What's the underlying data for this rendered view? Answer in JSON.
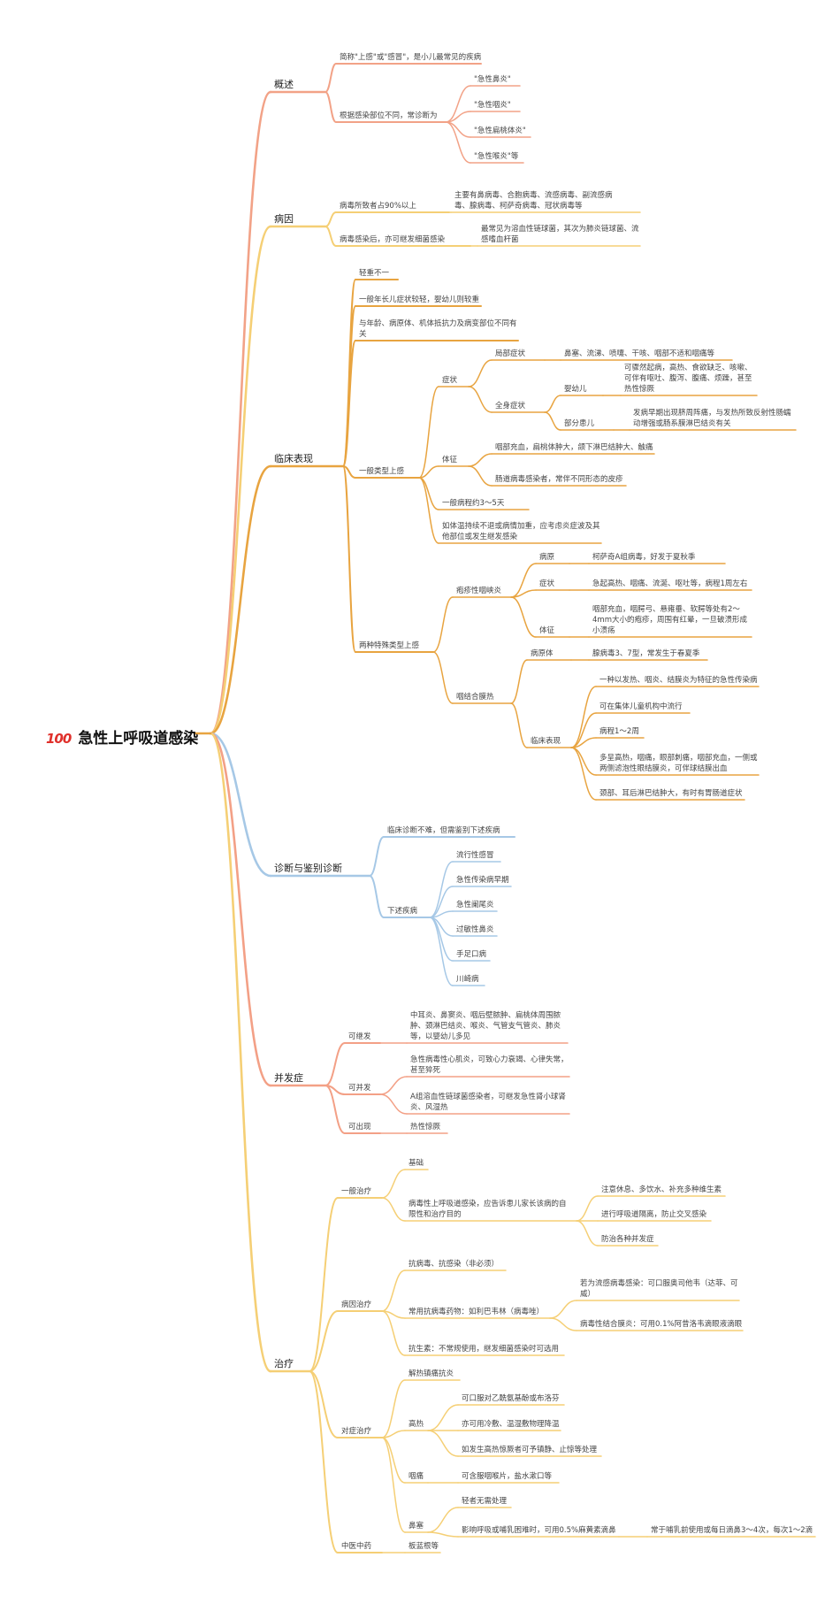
{
  "root": {
    "icon": "hundred-points-icon",
    "icon_text": "100",
    "title": "急性上呼吸道感染"
  },
  "colors": {
    "overview": "#f2a287",
    "etiology": "#f5cf75",
    "clinical": "#e8a440",
    "diagnosis": "#a6c8e6",
    "complication": "#f3a086",
    "treatment": "#f5cf75"
  },
  "sections": {
    "overview": {
      "label": "概述",
      "n1": "简称\"上感\"或\"感冒\"，是小儿最常见的疾病",
      "n2": "根据感染部位不同，常诊断为",
      "n2a": "\"急性鼻炎\"",
      "n2b": "\"急性咽炎\"",
      "n2c": "\"急性扁桃体炎\"",
      "n2d": "\"急性喉炎\"等"
    },
    "etiology": {
      "label": "病因",
      "n1": "病毒所致者占90%以上",
      "n1a": "主要有鼻病毒、合胞病毒、流感病毒、副流感病毒、腺病毒、柯萨奇病毒、冠状病毒等",
      "n2": "病毒感染后，亦可继发细菌感染",
      "n2a": "最常见为溶血性链球菌，其次为肺炎链球菌、流感嗜血杆菌"
    },
    "clinical": {
      "label": "临床表现",
      "n1": "轻重不一",
      "n2": "一般年长儿症状较轻，婴幼儿则较重",
      "n3": "与年龄、病原体、机体抵抗力及病变部位不同有关",
      "general": {
        "label": "一般类型上感",
        "symptom": "症状",
        "local": "局部症状",
        "local_a": "鼻塞、流涕、喷嚏、干咳、咽部不适和咽痛等",
        "systemic": "全身症状",
        "infant": "婴幼儿",
        "infant_a": "可骤然起病，高热、食欲缺乏、咳嗽、可伴有呕吐、腹泻、腹痛、烦躁，甚至热性惊厥",
        "some": "部分患儿",
        "some_a": "发病早期出现脐周阵痛，与发热所致反射性肠蠕动增强或肠系膜淋巴结炎有关",
        "sign": "体征",
        "sign_a": "咽部充血，扁桃体肿大，颌下淋巴结肿大、触痛",
        "sign_b": "肠道病毒感染者，常伴不同形态的皮疹",
        "course": "一般病程约3～5天",
        "persist": "如体温持续不退或病情加重，应考虑炎症波及其他部位或发生继发感染"
      },
      "special": {
        "label": "两种特殊类型上感",
        "herp": "疱疹性咽峡炎",
        "herp_path": "病原",
        "herp_path_a": "柯萨奇A组病毒，好发于夏秋季",
        "herp_sym": "症状",
        "herp_sym_a": "急起高热、咽痛、流涎、呕吐等，病程1周左右",
        "herp_sign": "体征",
        "herp_sign_a": "咽部充血，咽腭弓、悬雍垂、软腭等处有2～4mm大小的疱疹，周围有红晕，一旦破溃形成小溃疡",
        "pcf": "咽结合膜热",
        "pcf_path": "病原体",
        "pcf_path_a": "腺病毒3、7型，常发生于春夏季",
        "pcf_clin": "临床表现",
        "pcf_c1": "一种以发热、咽炎、结膜炎为特征的急性传染病",
        "pcf_c2": "可在集体儿童机构中流行",
        "pcf_c3": "病程1～2周",
        "pcf_c4": "多呈高热，咽痛，眼部刺痛，咽部充血，一侧或两侧滤泡性眼结膜炎，可伴球结膜出血",
        "pcf_c5": "颈部、耳后淋巴结肿大，有时有胃肠道症状"
      }
    },
    "diagnosis": {
      "label": "诊断与鉴别诊断",
      "n1": "临床诊断不难，但需鉴别下述疾病",
      "n2": "下述疾病",
      "d1": "流行性感冒",
      "d2": "急性传染病早期",
      "d3": "急性阑尾炎",
      "d4": "过敏性鼻炎",
      "d5": "手足口病",
      "d6": "川崎病"
    },
    "complication": {
      "label": "并发症",
      "n1": "可继发",
      "n1a": "中耳炎、鼻窦炎、咽后壁脓肿、扁桃体周围脓肿、颈淋巴结炎、喉炎、气管支气管炎、肺炎等，以婴幼儿多见",
      "n2": "可并发",
      "n2a": "急性病毒性心肌炎，可致心力衰竭、心律失常，甚至猝死",
      "n2b": "A组溶血性链球菌感染者，可继发急性肾小球肾炎、风湿热",
      "n3": "可出现",
      "n3a": "热性惊厥"
    },
    "treatment": {
      "label": "治疗",
      "general": "一般治疗",
      "g1": "基础",
      "g2": "病毒性上呼吸道感染，应告诉患儿家长该病的自限性和治疗目的",
      "g2a": "注意休息、多饮水、补充多种维生素",
      "g2b": "进行呼吸道隔离，防止交叉感染",
      "g2c": "防治各种并发症",
      "cause": "病因治疗",
      "c1": "抗病毒、抗感染（非必须）",
      "c2": "常用抗病毒药物：如利巴韦林（病毒唑）",
      "c2a": "若为流感病毒感染：可口服奥司他韦（达菲、可威）",
      "c2b": "病毒性结合膜炎：可用0.1%阿昔洛韦滴眼液滴眼",
      "c3": "抗生素：不常规使用，继发细菌感染时可选用",
      "symp": "对症治疗",
      "s1": "解热镇痛抗炎",
      "s2": "高热",
      "s2a": "可口服对乙酰氨基酚或布洛芬",
      "s2b": "亦可用冷敷、温湿敷物理降温",
      "s2c": "如发生高热惊厥者可予镇静、止惊等处理",
      "s3": "咽痛",
      "s3a": "可含服咽喉片，盐水漱口等",
      "s4": "鼻塞",
      "s4a": "轻者无需处理",
      "s4b": "影响呼吸或哺乳困难时，可用0.5%麻黄素滴鼻",
      "s4c": "常于哺乳前使用或每日滴鼻3～4次，每次1～2滴",
      "tcm": "中医中药",
      "tcm_a": "板蓝根等"
    }
  }
}
